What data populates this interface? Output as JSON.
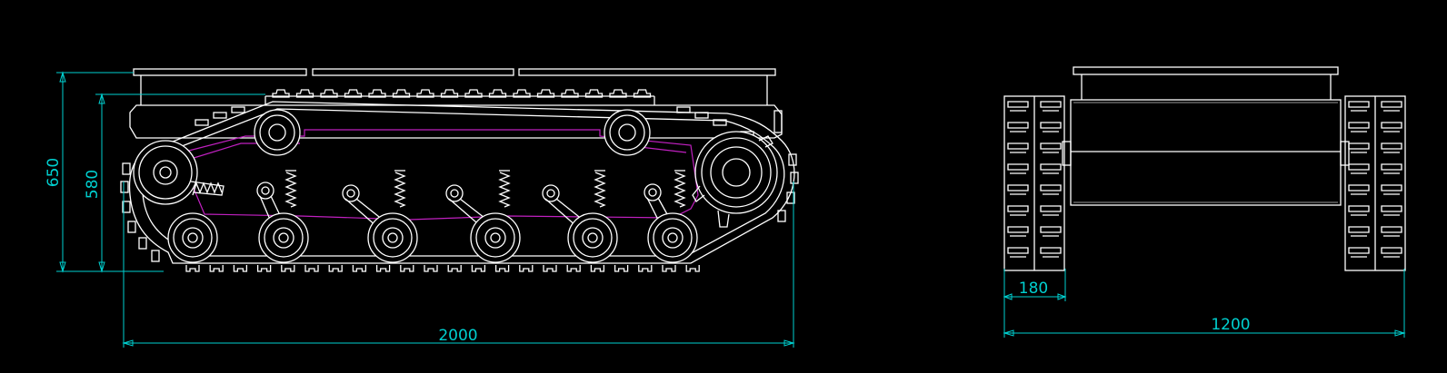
{
  "dimensions": {
    "overall_height": "650",
    "body_height": "580",
    "overall_length": "2000",
    "track_width": "180",
    "overall_width": "1200"
  },
  "colors": {
    "background": "#000000",
    "linework": "#ffffff",
    "dimension": "#00d0d0",
    "frame_outline": "#c020c0"
  }
}
